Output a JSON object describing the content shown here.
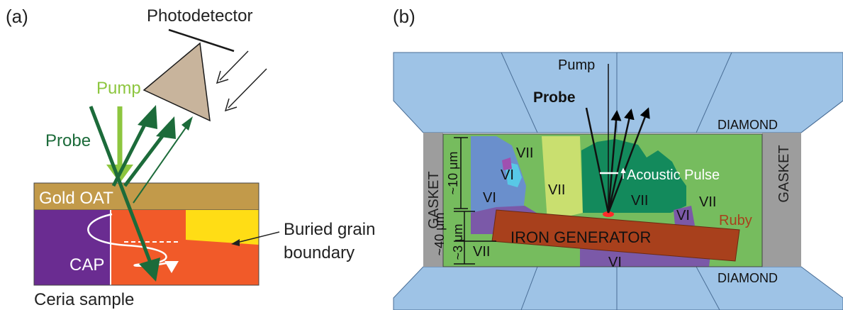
{
  "panel_a": {
    "panel_label": "(a)",
    "photodetector_label": "Photodetector",
    "pump_label": "Pump",
    "probe_label": "Probe",
    "gold_label": "Gold OAT",
    "cap_label": "CAP",
    "boundary_label_line1": "Buried grain",
    "boundary_label_line2": "boundary",
    "sample_label": "Ceria sample",
    "colors": {
      "gold": "#c29a4a",
      "purple": "#6a2c91",
      "orange": "#f15a29",
      "yellow": "#ffdd15",
      "pump_green": "#8dc63f",
      "probe_green": "#1c6b3a",
      "detector": "#c8b49c"
    }
  },
  "panel_b": {
    "panel_label": "(b)",
    "pump_label": "Pump",
    "probe_label": "Probe",
    "diamond_top_label": "DIAMOND",
    "diamond_bottom_label": "DIAMOND",
    "gasket_left_label": "GASKET",
    "gasket_right_label": "GASKET",
    "acoustic_label": "Acoustic Pulse",
    "iron_label": "IRON GENERATOR",
    "ruby_label": "Ruby",
    "dim_10": "~10 μm",
    "dim_40": "~40 μm",
    "dim_3": "~3 μm",
    "phases": {
      "vii_1": "VII",
      "vi_1": "VI",
      "vi_2": "VI",
      "vii_2": "VII",
      "vii_3": "VII",
      "vii_4": "VII",
      "vi_3": "VI",
      "vii_5": "VII",
      "vi_4": "VI"
    },
    "colors": {
      "diamond": "#9ec3e6",
      "gasket": "#9d9d9d",
      "green": "#76bc5e",
      "dark_green": "#138a5c",
      "blue_grain": "#6a8fcc",
      "purple_grain": "#7b59a8",
      "lime": "#c9df6f",
      "iron": "#a8401c"
    }
  }
}
